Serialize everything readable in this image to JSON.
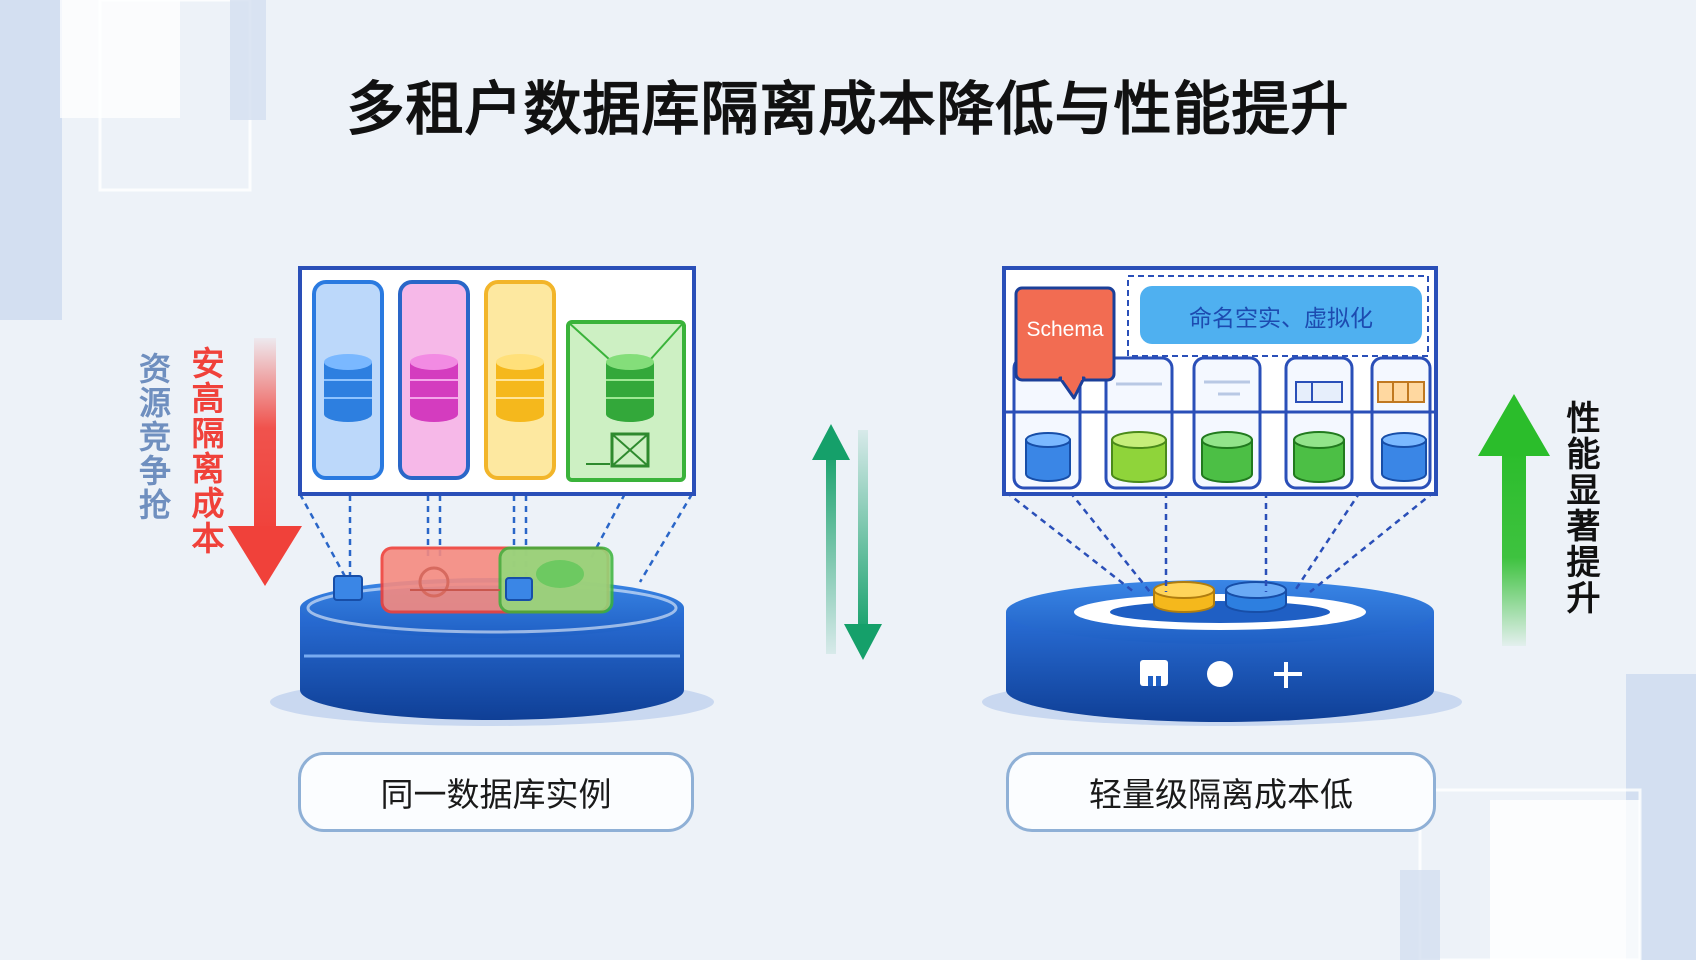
{
  "title": "多租户数据库隔离成本降低与性能提升",
  "left": {
    "side_label_resource": "资源竞争抢",
    "side_label_cost": "安高隔离成本",
    "caption": "同一数据库实例"
  },
  "right": {
    "schema_label": "Schema",
    "namespace_label": "命名空实、虚拟化",
    "side_label_performance": "性能显著提升",
    "caption": "轻量级隔离成本低"
  },
  "colors": {
    "accent_blue": "#1f62c8",
    "cost_red": "#f0413a",
    "perf_green": "#2bbd2b",
    "swap_green": "#15a06a"
  },
  "icons": [
    "database-icon",
    "server-platform-icon",
    "arrow-down-icon",
    "arrow-up-icon",
    "swap-arrows-icon"
  ]
}
